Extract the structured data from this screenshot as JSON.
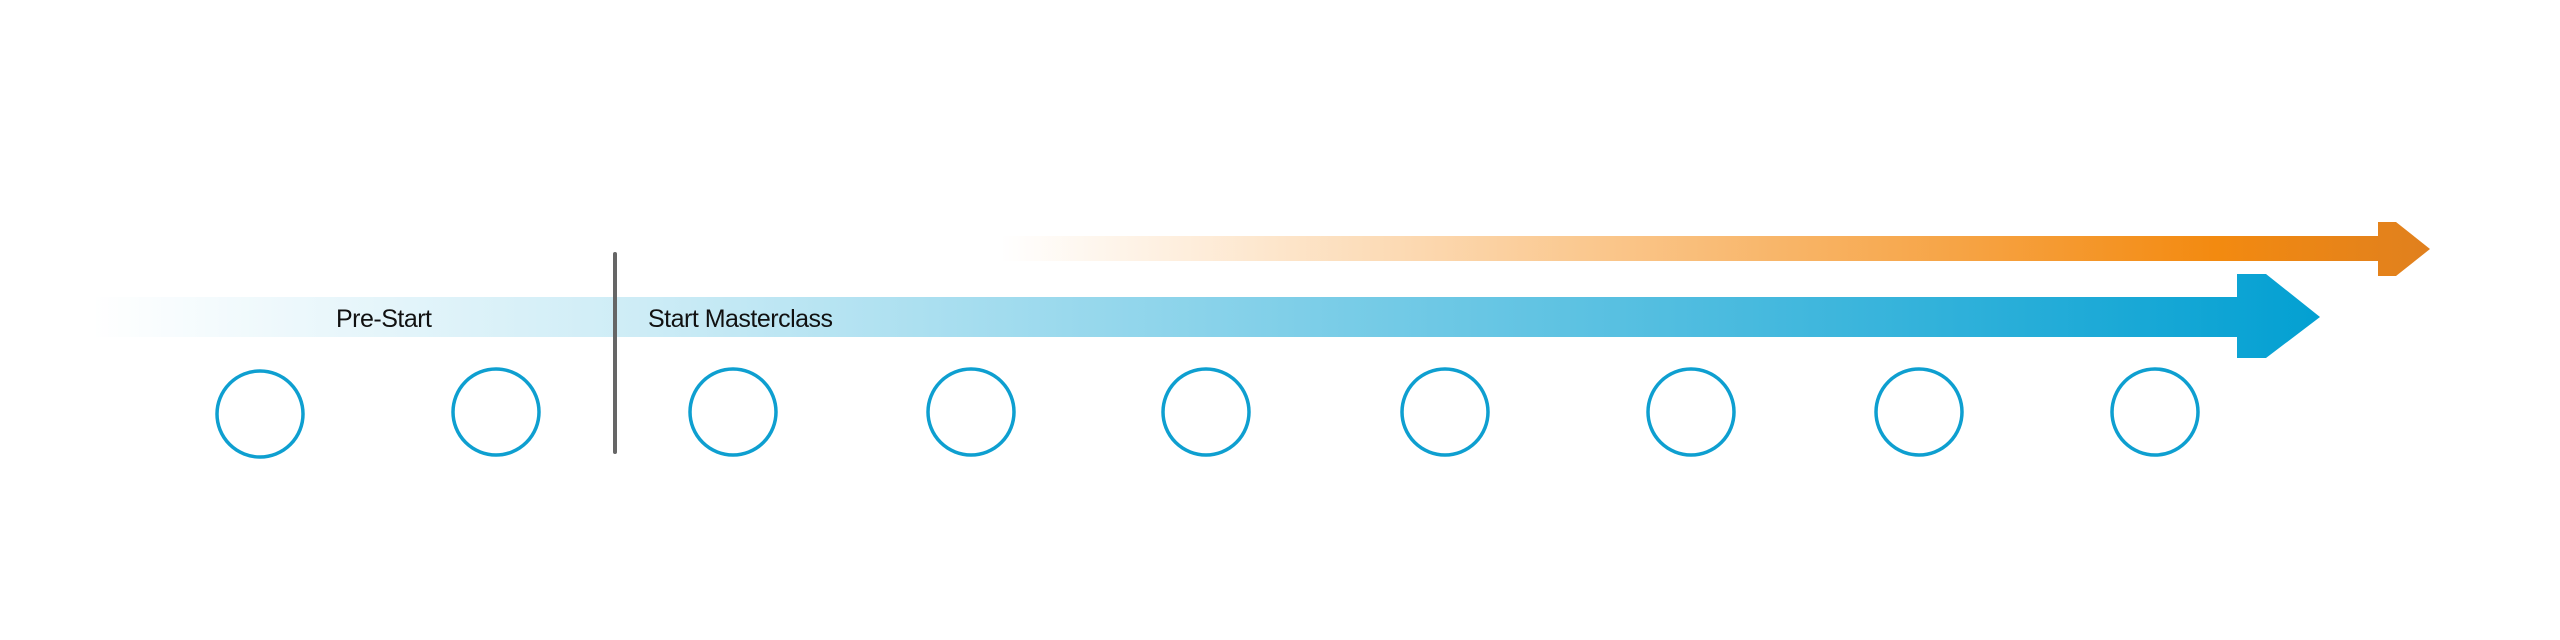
{
  "phases": {
    "pre_start": "Pre-Start",
    "start": "Start Masterclass"
  },
  "colors": {
    "blue": "#03a0d2",
    "orange": "#e0801e",
    "divider": "#666666"
  },
  "milestone_count": 9
}
